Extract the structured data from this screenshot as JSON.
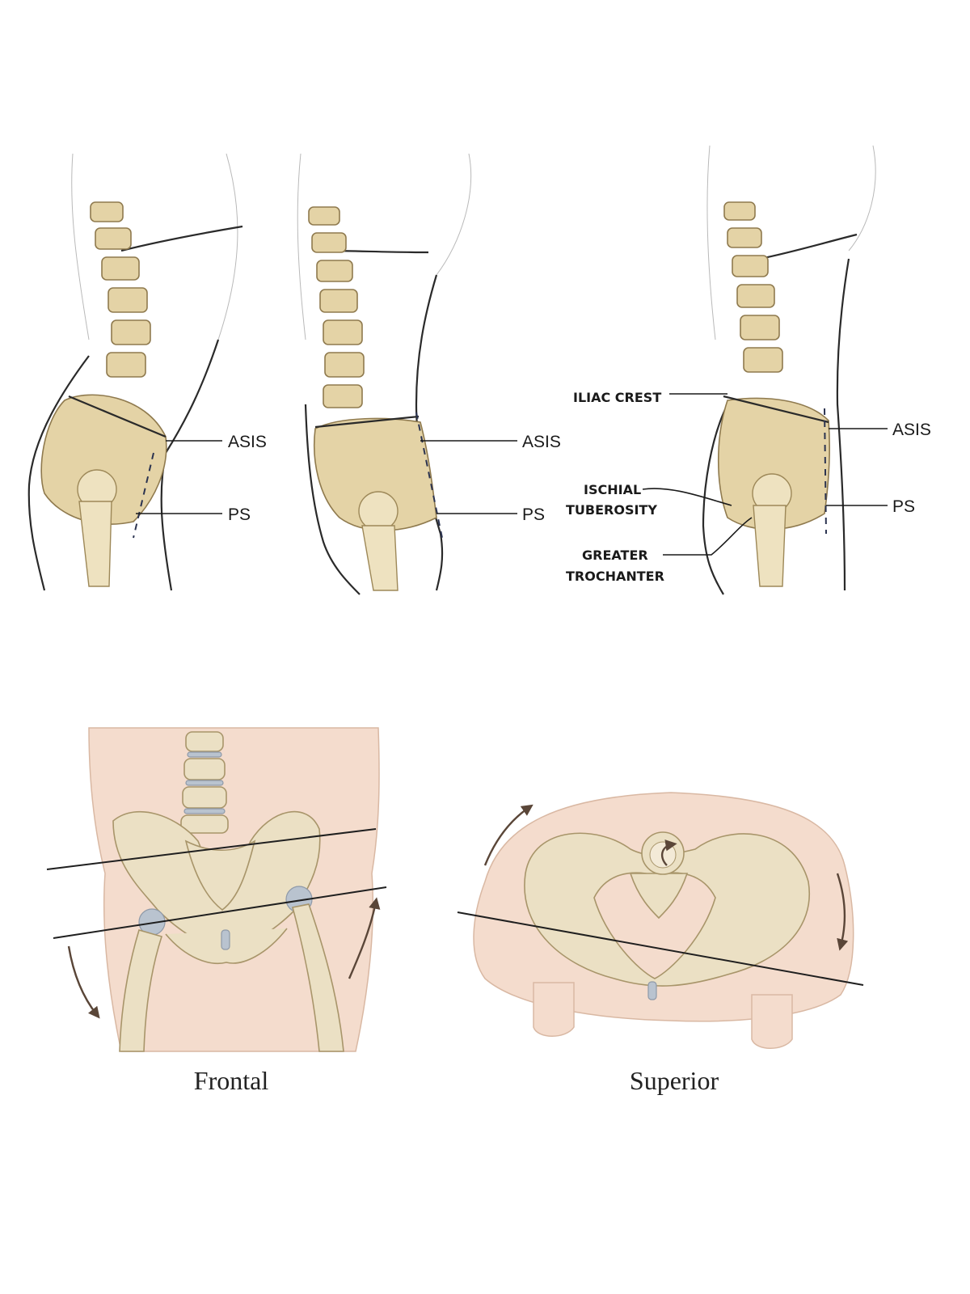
{
  "side_views": {
    "panel_1": {
      "asis": "ASIS",
      "ps": "PS"
    },
    "panel_2": {
      "asis": "ASIS",
      "ps": "PS"
    },
    "panel_3": {
      "iliac_crest": "ILIAC CREST",
      "asis": "ASIS",
      "ischial_line1": "ISCHIAL",
      "ischial_line2": "TUBEROSITY",
      "ps": "PS",
      "greater_line1": "GREATER",
      "greater_line2": "TROCHANTER"
    }
  },
  "bottom_views": {
    "frontal_caption": "Frontal",
    "superior_caption": "Superior"
  }
}
